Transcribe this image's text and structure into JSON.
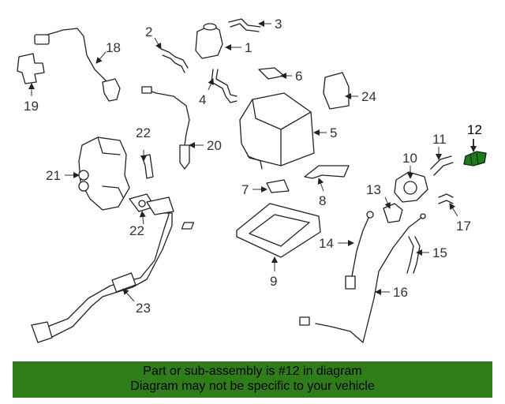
{
  "callouts": {
    "c1": "1",
    "c2": "2",
    "c3": "3",
    "c4": "4",
    "c5": "5",
    "c6": "6",
    "c7": "7",
    "c8": "8",
    "c9": "9",
    "c10": "10",
    "c11": "11",
    "c12": "12",
    "c13": "13",
    "c14": "14",
    "c15": "15",
    "c16": "16",
    "c17": "17",
    "c18": "18",
    "c19": "19",
    "c20": "20",
    "c21": "21",
    "c22a": "22",
    "c22b": "22",
    "c23": "23",
    "c24": "24"
  },
  "highlight": {
    "callout": "12",
    "color": "#1e7a1e"
  },
  "banner": {
    "line1": "Part or sub-assembly is #12 in diagram",
    "line2": "Diagram may not be specific to your vehicle",
    "color": "#2e7d18"
  },
  "arrow_markers": {
    "icon": "arrowhead-icon"
  }
}
